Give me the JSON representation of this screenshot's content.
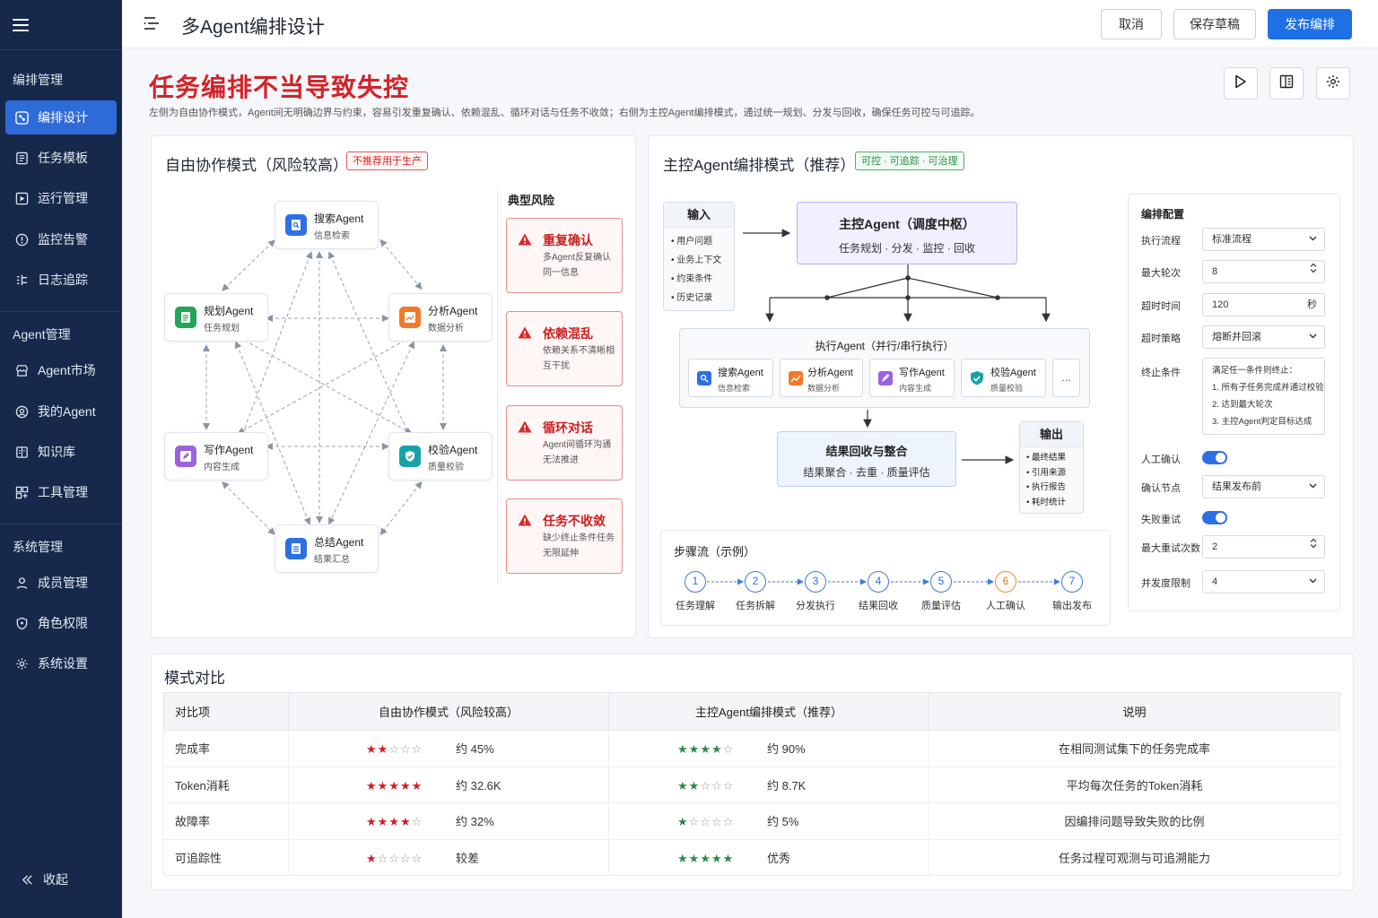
{
  "sidebar": {
    "sections": [
      {
        "label": "编排管理",
        "items": [
          {
            "label": "编排设计",
            "icon": "orchestration-icon",
            "active": true
          },
          {
            "label": "任务模板",
            "icon": "template-icon"
          },
          {
            "label": "运行管理",
            "icon": "run-icon"
          },
          {
            "label": "监控告警",
            "icon": "alert-icon"
          },
          {
            "label": "日志追踪",
            "icon": "log-icon"
          }
        ]
      },
      {
        "label": "Agent管理",
        "items": [
          {
            "label": "Agent市场",
            "icon": "market-icon"
          },
          {
            "label": "我的Agent",
            "icon": "agent-icon"
          },
          {
            "label": "知识库",
            "icon": "book-icon"
          },
          {
            "label": "工具管理",
            "icon": "tool-icon"
          }
        ]
      },
      {
        "label": "系统管理",
        "items": [
          {
            "label": "成员管理",
            "icon": "user-icon"
          },
          {
            "label": "角色权限",
            "icon": "shield-icon"
          },
          {
            "label": "系统设置",
            "icon": "gear-icon"
          }
        ]
      }
    ],
    "collapse_label": "收起"
  },
  "header": {
    "title": "多Agent编排设计",
    "cancel_label": "取消",
    "save_label": "保存草稿",
    "publish_label": "发布编排"
  },
  "page": {
    "title": "任务编排不当导致失控",
    "description": "左侧为自由协作模式，Agent间无明确边界与约束，容易引发重复确认、依赖混乱、循环对话与任务不收敛；右侧为主控Agent编排模式，通过统一规划、分发与回收，确保任务可控与可追踪。"
  },
  "free_mode": {
    "title": "自由协作模式（风险较高）",
    "tag": "不推荐用于生产",
    "agents": {
      "search": {
        "name": "搜索Agent",
        "sub": "信息检索"
      },
      "plan": {
        "name": "规划Agent",
        "sub": "任务规划"
      },
      "analyze": {
        "name": "分析Agent",
        "sub": "数据分析"
      },
      "write": {
        "name": "写作Agent",
        "sub": "内容生成"
      },
      "verify": {
        "name": "校验Agent",
        "sub": "质量校验"
      },
      "summary": {
        "name": "总结Agent",
        "sub": "结果汇总"
      }
    },
    "risk_title": "典型风险",
    "risks": [
      {
        "title": "重复确认",
        "desc": "多Agent反复确认同一信息"
      },
      {
        "title": "依赖混乱",
        "desc": "依赖关系不清晰相互干扰"
      },
      {
        "title": "循环对话",
        "desc": "Agent间循环沟通无法推进"
      },
      {
        "title": "任务不收敛",
        "desc": "缺少终止条件任务无限延伸"
      }
    ]
  },
  "master_mode": {
    "title": "主控Agent编排模式（推荐）",
    "tag": "可控 · 可追踪 · 可治理",
    "input": {
      "title": "输入",
      "items": [
        "用户问题",
        "业务上下文",
        "约束条件",
        "历史记录"
      ]
    },
    "master": {
      "title": "主控Agent（调度中枢）",
      "sub": "任务规划 · 分发 · 监控 · 回收"
    },
    "exec": {
      "title": "执行Agent（并行/串行执行）",
      "agents": [
        {
          "name": "搜索Agent",
          "sub": "信息检索"
        },
        {
          "name": "分析Agent",
          "sub": "数据分析"
        },
        {
          "name": "写作Agent",
          "sub": "内容生成"
        },
        {
          "name": "校验Agent",
          "sub": "质量校验"
        }
      ],
      "more": "..."
    },
    "collect": {
      "title": "结果回收与整合",
      "sub": "结果聚合 · 去重 · 质量评估"
    },
    "output": {
      "title": "输出",
      "items": [
        "最终结果",
        "引用来源",
        "执行报告",
        "耗时统计"
      ]
    },
    "steps_title": "步骤流（示例）",
    "steps": [
      {
        "num": "1",
        "label": "任务理解"
      },
      {
        "num": "2",
        "label": "任务拆解"
      },
      {
        "num": "3",
        "label": "分发执行"
      },
      {
        "num": "4",
        "label": "结果回收"
      },
      {
        "num": "5",
        "label": "质量评估"
      },
      {
        "num": "6",
        "label": "人工确认"
      },
      {
        "num": "7",
        "label": "输出发布"
      }
    ]
  },
  "config": {
    "title": "编排配置",
    "flow_label": "执行流程",
    "flow_value": "标准流程",
    "rounds_label": "最大轮次",
    "rounds_value": "8",
    "timeout_label": "超时时间",
    "timeout_value": "120",
    "timeout_unit": "秒",
    "timeout_policy_label": "超时策略",
    "timeout_policy_value": "熔断并回滚",
    "stop_label": "终止条件",
    "stop_lines": [
      "满足任一条件则终止：",
      "1. 所有子任务完成并通过校验",
      "2. 达到最大轮次",
      "3. 主控Agent判定目标达成"
    ],
    "manual_label": "人工确认",
    "manual_on": true,
    "node_label": "确认节点",
    "node_value": "结果发布前",
    "retry_label": "失败重试",
    "retry_on": true,
    "retry_count_label": "最大重试次数",
    "retry_count_value": "2",
    "concurrency_label": "并发度限制",
    "concurrency_value": "4"
  },
  "compare": {
    "title": "模式对比",
    "headers": [
      "对比项",
      "自由协作模式（风险较高）",
      "主控Agent编排模式（推荐）",
      "说明"
    ],
    "rows": [
      {
        "item": "完成率",
        "free_stars": 2,
        "free_text": "约 45%",
        "master_stars": 4,
        "master_text": "约 90%",
        "note": "在相同测试集下的任务完成率"
      },
      {
        "item": "Token消耗",
        "free_stars": 5,
        "free_text": "约 32.6K",
        "master_stars": 2,
        "master_text": "约 8.7K",
        "note": "平均每次任务的Token消耗"
      },
      {
        "item": "故障率",
        "free_stars": 4,
        "free_text": "约 32%",
        "master_stars": 1,
        "master_text": "约 5%",
        "note": "因编排问题导致失败的比例"
      },
      {
        "item": "可追踪性",
        "free_stars": 1,
        "free_text": "较差",
        "master_stars": 5,
        "master_text": "优秀",
        "note": "任务过程可观测与可追溯能力"
      }
    ]
  },
  "colors": {
    "accent": "#1f6fe5",
    "danger": "#d2232a",
    "success": "#2d8a49",
    "sidebar": "#16294a"
  }
}
